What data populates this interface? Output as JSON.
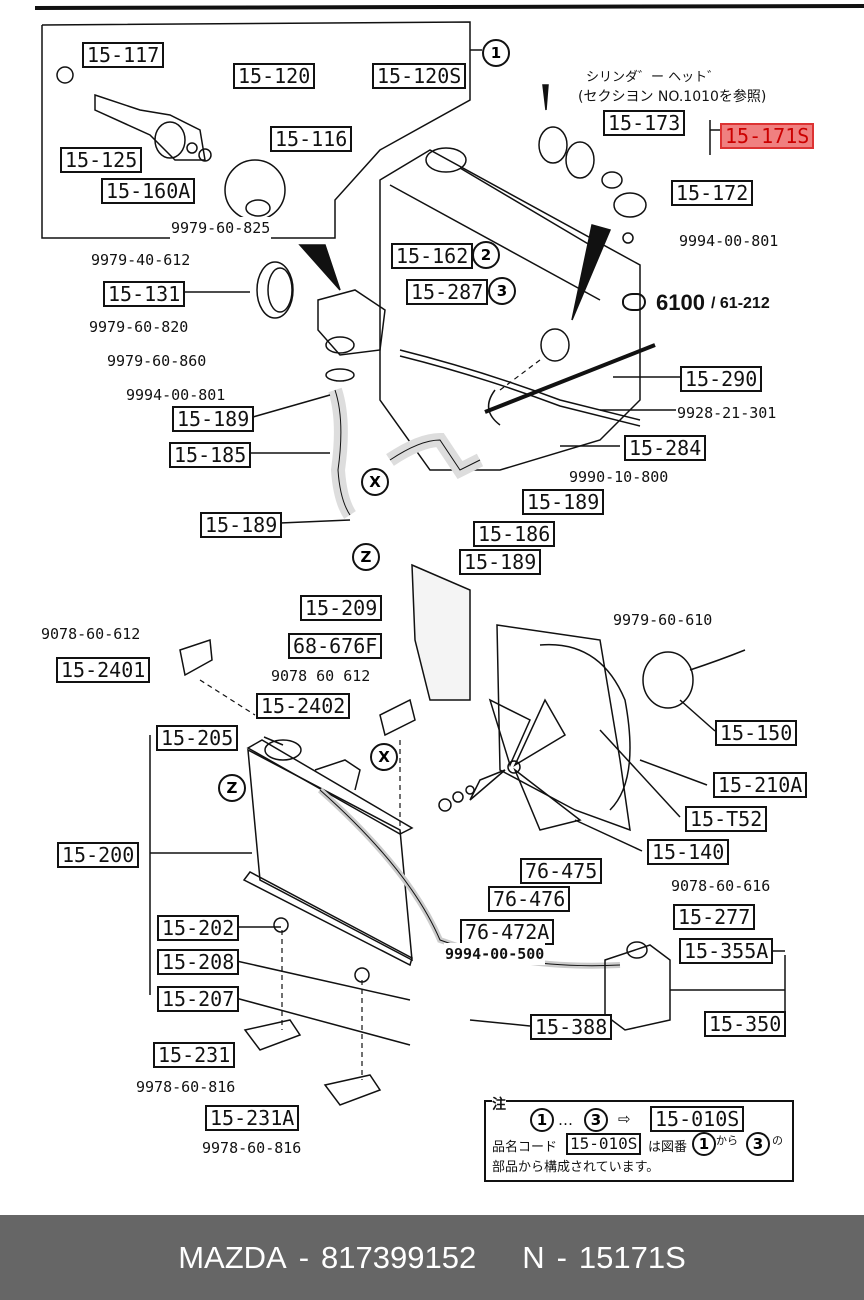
{
  "diagram": {
    "highlight_color": "#f08080",
    "callouts": [
      {
        "id": "15-117",
        "style": "box"
      },
      {
        "id": "15-120",
        "style": "box"
      },
      {
        "id": "15-120S",
        "style": "box"
      },
      {
        "id": "15-116",
        "style": "box"
      },
      {
        "id": "15-125",
        "style": "box"
      },
      {
        "id": "15-160A",
        "style": "box"
      },
      {
        "id": "9979-60-825",
        "style": "plain"
      },
      {
        "id": "15-173",
        "style": "box"
      },
      {
        "id": "15-171S",
        "style": "box",
        "highlighted": true
      },
      {
        "id": "15-172",
        "style": "box"
      },
      {
        "id": "9994-00-801",
        "style": "plain"
      },
      {
        "id": "9979-40-612",
        "style": "plain"
      },
      {
        "id": "15-162",
        "style": "box"
      },
      {
        "id": "15-131",
        "style": "box"
      },
      {
        "id": "15-287",
        "style": "box"
      },
      {
        "id": "9979-60-820",
        "style": "plain"
      },
      {
        "id": "9979-60-860",
        "style": "plain"
      },
      {
        "id": "15-290",
        "style": "box"
      },
      {
        "id": "9994-00-801",
        "style": "plain"
      },
      {
        "id": "15-189",
        "style": "box"
      },
      {
        "id": "9928-21-301",
        "style": "plain"
      },
      {
        "id": "15-284",
        "style": "box"
      },
      {
        "id": "15-185",
        "style": "box"
      },
      {
        "id": "9990-10-800",
        "style": "plain"
      },
      {
        "id": "15-189",
        "style": "box"
      },
      {
        "id": "15-189",
        "style": "box"
      },
      {
        "id": "15-186",
        "style": "box"
      },
      {
        "id": "15-189",
        "style": "box"
      },
      {
        "id": "15-209",
        "style": "box"
      },
      {
        "id": "9979-60-610",
        "style": "plain"
      },
      {
        "id": "9078-60-612",
        "style": "plain"
      },
      {
        "id": "68-676F",
        "style": "box"
      },
      {
        "id": "15-2401",
        "style": "box"
      },
      {
        "id": "9078 60 612",
        "style": "plain"
      },
      {
        "id": "15-2402",
        "style": "box"
      },
      {
        "id": "15-150",
        "style": "box"
      },
      {
        "id": "15-205",
        "style": "box"
      },
      {
        "id": "15-210A",
        "style": "box"
      },
      {
        "id": "15-T52",
        "style": "box"
      },
      {
        "id": "15-200",
        "style": "box"
      },
      {
        "id": "15-140",
        "style": "box"
      },
      {
        "id": "76-475",
        "style": "box"
      },
      {
        "id": "76-476",
        "style": "box"
      },
      {
        "id": "9078-60-616",
        "style": "plain"
      },
      {
        "id": "15-277",
        "style": "box"
      },
      {
        "id": "76-472A",
        "style": "box"
      },
      {
        "id": "15-202",
        "style": "box"
      },
      {
        "id": "9994-00-500",
        "style": "plain-bold"
      },
      {
        "id": "15-355A",
        "style": "box"
      },
      {
        "id": "15-208",
        "style": "box"
      },
      {
        "id": "15-207",
        "style": "box"
      },
      {
        "id": "15-388",
        "style": "box"
      },
      {
        "id": "15-350",
        "style": "box"
      },
      {
        "id": "15-231",
        "style": "box"
      },
      {
        "id": "9978-60-816",
        "style": "plain"
      },
      {
        "id": "15-231A",
        "style": "box"
      },
      {
        "id": "9978-60-816",
        "style": "plain"
      }
    ],
    "group_markers": [
      "1",
      "2",
      "3",
      "X",
      "Z",
      "X",
      "Z"
    ],
    "cylinder_head_note": {
      "line1": "シリンダ゛ー ヘット゛",
      "line2": "(セクシヨン NO.1010を参照)"
    },
    "section_ref": {
      "main": "6100",
      "sub": "/ 61-212"
    },
    "legend_note": {
      "title": "注",
      "range_start": "1",
      "range_sep": "…",
      "range_end": "3",
      "arrow": "⇨",
      "kit_code": "15-010S",
      "line2_prefix": "品名コード",
      "line2_code": "15-010S",
      "line2_mid": "は図番",
      "line2_from": "1",
      "line2_kara": "から",
      "line2_to": "3",
      "line2_suffix": "の",
      "line3": "部品から構成されています。"
    }
  },
  "footer": {
    "brand": "MAZDA",
    "sep1": "-",
    "part_number": "817399152",
    "prefix": "N",
    "sep2": "-",
    "code": "15171S"
  }
}
